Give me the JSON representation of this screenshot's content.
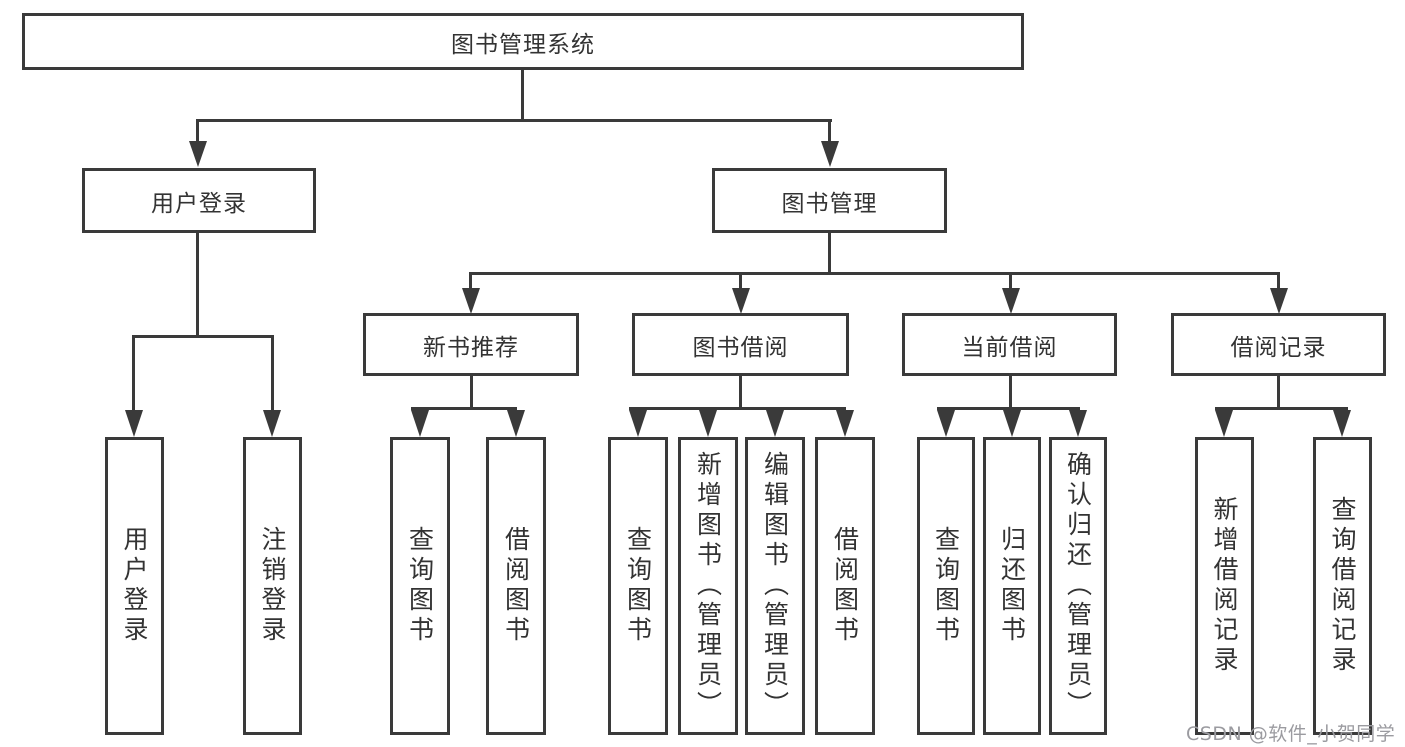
{
  "tree": {
    "root": {
      "label": "图书管理系统"
    },
    "branches": [
      {
        "label": "用户登录",
        "children": [
          {
            "label": "用户登录"
          },
          {
            "label": "注销登录"
          }
        ]
      },
      {
        "label": "图书管理",
        "children": [
          {
            "label": "新书推荐",
            "children": [
              {
                "label": "查询图书"
              },
              {
                "label": "借阅图书"
              }
            ]
          },
          {
            "label": "图书借阅",
            "children": [
              {
                "label": "查询图书"
              },
              {
                "label": "新增图书（管理员）"
              },
              {
                "label": "编辑图书（管理员）"
              },
              {
                "label": "借阅图书"
              }
            ]
          },
          {
            "label": "当前借阅",
            "children": [
              {
                "label": "查询图书"
              },
              {
                "label": "归还图书"
              },
              {
                "label": "确认归还（管理员）"
              }
            ]
          },
          {
            "label": "借阅记录",
            "children": [
              {
                "label": "新增借阅记录"
              },
              {
                "label": "查询借阅记录"
              }
            ]
          }
        ]
      }
    ]
  },
  "watermark": {
    "text": "CSDN @软件_小贺同学"
  },
  "colors": {
    "line": "#3a3a3a",
    "box_border": "#3a3a3a",
    "box_fill": "#ffffff",
    "text": "#333333",
    "watermark": "#9b9ba0"
  }
}
